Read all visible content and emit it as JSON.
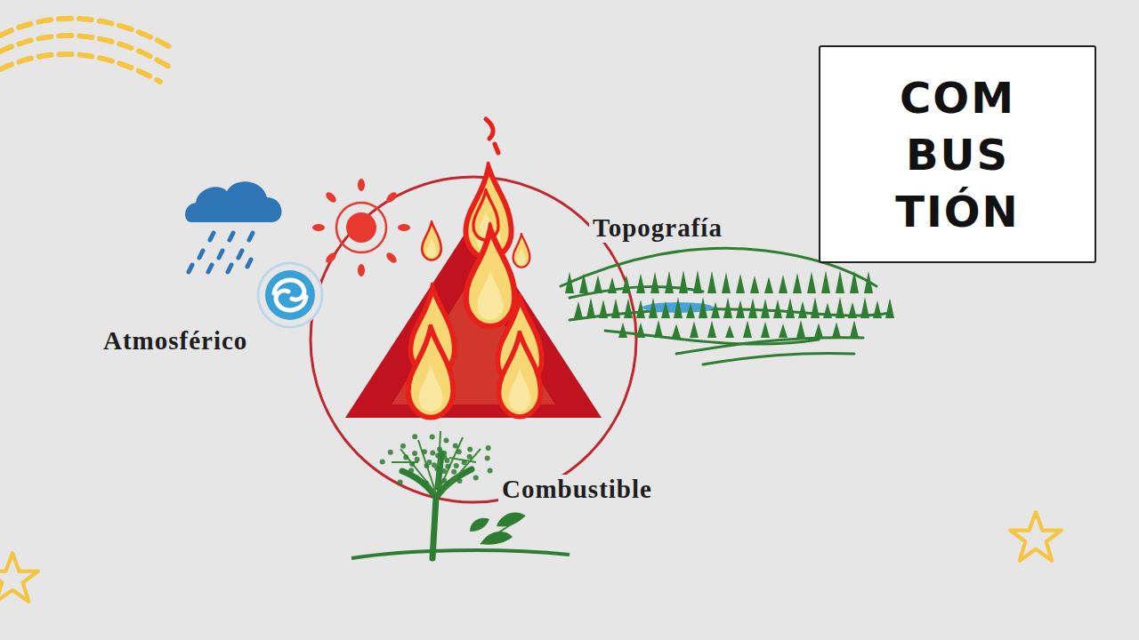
{
  "diagram": {
    "nodes": [
      {
        "text": [
          "COM BUS TIÓN"
        ]
      }
    ],
    "labels": [
      "Atmosférico",
      "Topografía",
      "Combustible"
    ]
  }
}
